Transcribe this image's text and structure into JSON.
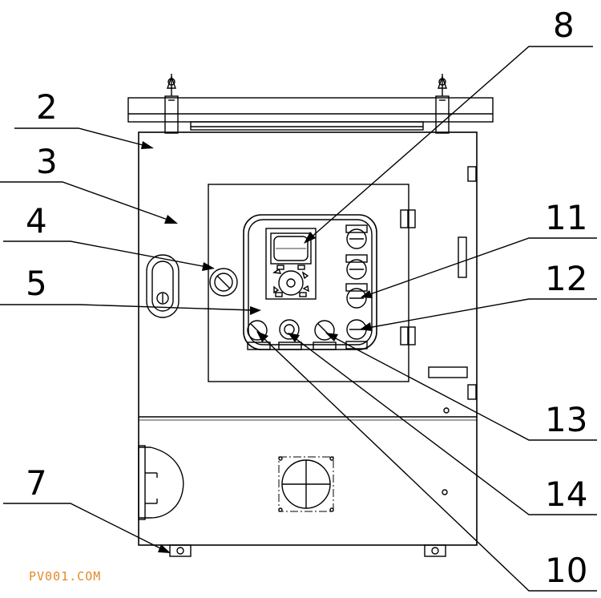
{
  "labels": {
    "l2": "2",
    "l3": "3",
    "l4": "4",
    "l5": "5",
    "l7": "7",
    "l8": "8",
    "l10": "10",
    "l11": "11",
    "l12": "12",
    "l13": "13",
    "l14": "14"
  },
  "watermark": "PV001.COM"
}
